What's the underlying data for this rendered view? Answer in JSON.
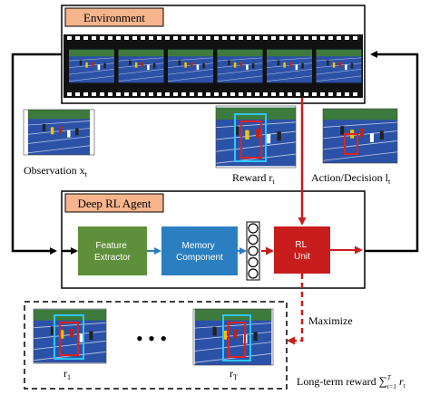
{
  "environment": {
    "title": "Environment",
    "frame_count": 6
  },
  "agent": {
    "title": "Deep RL Agent",
    "feature_extractor": "Feature Extractor",
    "memory_component": "Memory Component",
    "rl_unit": "RL Unit",
    "memory_cells": 5
  },
  "observation": {
    "label_main": "Observation x",
    "label_sub": "t"
  },
  "reward": {
    "label_main": "Reward r",
    "label_sub": "t"
  },
  "action": {
    "label_main": "Action/Decision l",
    "label_sub": "t"
  },
  "maximize_label": "Maximize",
  "rollout": {
    "first_main": "r",
    "first_sub": "1",
    "last_main": "r",
    "last_sub": "T",
    "dots": "• • •",
    "caption": "Long-term reward ",
    "formula_sum": "∑",
    "formula_sup": "T",
    "formula_sub": "t=1",
    "formula_term": " r",
    "formula_term_sub": "t"
  },
  "colors": {
    "title_fill": "#f6b58c",
    "feature_fill": "#5e8f3a",
    "memory_fill": "#2a7fc0",
    "rl_fill": "#c81d1d",
    "red_arrow": "#c81d1d",
    "blue_arrow": "#2a7fc0",
    "track_blue": "#2c52a8",
    "grass": "#3d7a3d"
  }
}
